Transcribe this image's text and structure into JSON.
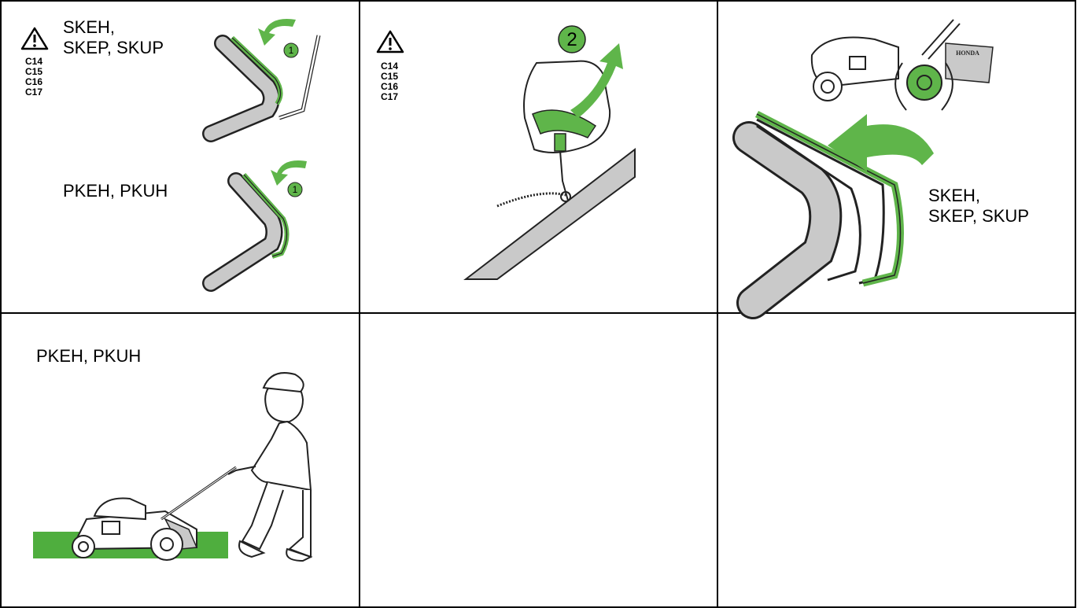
{
  "panels": {
    "p1": {
      "warning_codes": "C14\nC15\nC16\nC17",
      "label_top": "SKEH,\nSKEP, SKUP",
      "label_bottom": "PKEH, PKUH",
      "step_top": "1",
      "step_bottom": "1"
    },
    "p2": {
      "warning_codes": "C14\nC15\nC16\nC17",
      "step": "2"
    },
    "p3": {
      "label": "SKEH,\nSKEP, SKUP",
      "brand": "HONDA"
    },
    "p4": {
      "label": "PKEH, PKUH"
    }
  },
  "colors": {
    "accent_green": "#5fb54a",
    "grass_green": "#4fae3e",
    "handle_grey": "#c9c9c9",
    "line_black": "#1a1a1a"
  },
  "icons": [
    "warning-triangle-icon",
    "curved-arrow-icon",
    "step-number-badge-icon"
  ]
}
